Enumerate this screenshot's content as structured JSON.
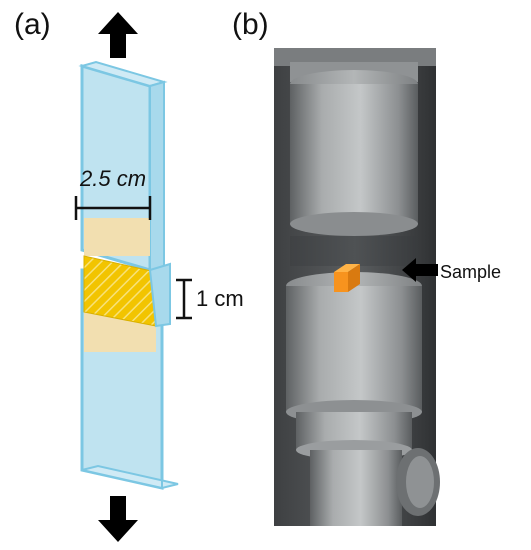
{
  "panels": {
    "a": {
      "label": "(a)",
      "width_dimension": "2.5 cm",
      "overlap_dimension": "1 cm"
    },
    "b": {
      "label": "(b)",
      "sample_label": "Sample"
    }
  },
  "colors": {
    "glass_fill": "#bfe3f0",
    "glass_edge": "#7cc7e3",
    "adhesive_pad": "#f2dfb0",
    "sample_fill": "#f2c400",
    "sample_cube": "#f7931e",
    "metal_light": "#b8bbbc",
    "metal_dark": "#6d7072",
    "arrow": "#000000"
  },
  "icons": [
    "arrow-up-icon",
    "arrow-down-icon",
    "arrow-left-icon"
  ]
}
